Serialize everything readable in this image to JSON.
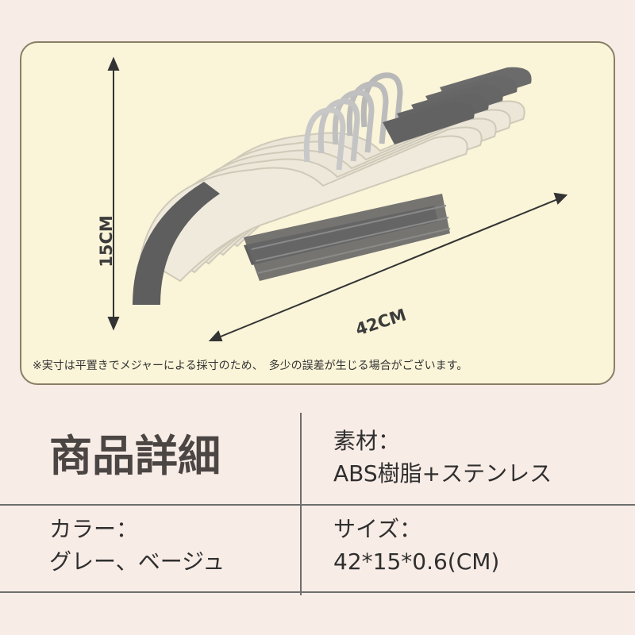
{
  "image": {
    "dimension_height": "15CM",
    "dimension_width": "42CM",
    "note": "※実寸は平置きでメジャーによる採寸のため、　多少の誤差が生じる場合がございます。",
    "colors": {
      "hanger_body": "#ebe6d8",
      "hanger_grip": "#6b6b6b",
      "hook": "#b8b8b8",
      "panel_bg": "#faf4d8"
    }
  },
  "details": {
    "title": "商品詳細",
    "material_label": "素材：",
    "material_value": "ABS樹脂+ステンレス",
    "color_label": "カラー：",
    "color_value": "グレー、ベージュ",
    "size_label": "サイズ：",
    "size_value": "42*15*0.6(CM)"
  }
}
